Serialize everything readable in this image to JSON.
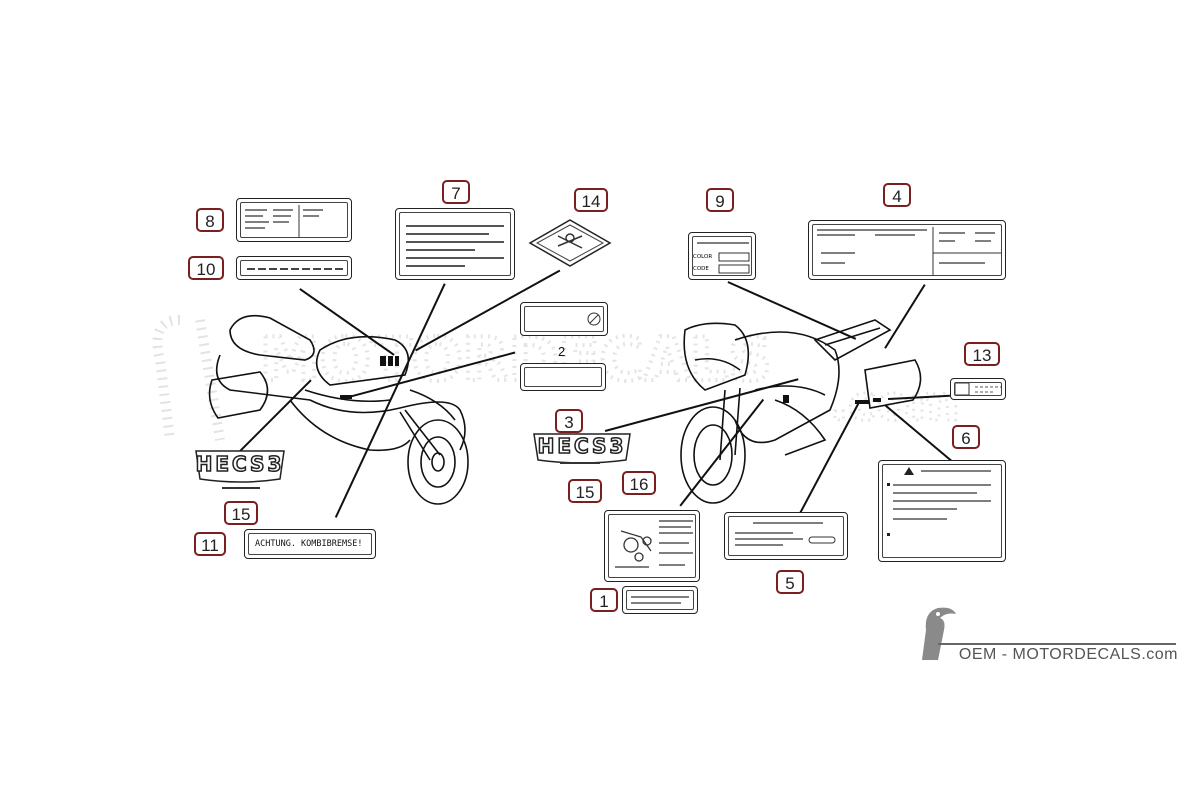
{
  "watermark": "OEM-MOTORDECALS.com",
  "brand": "OEM - MOTORDECALS.com",
  "hecs_text": "HECS3",
  "achtung_text": "ACHTUNG. KOMBIBREMSE!",
  "color_label": "COLOR",
  "code_label": "CODE",
  "callouts": [
    "8",
    "10",
    "7",
    "14",
    "2",
    "3",
    "15",
    "15",
    "11",
    "9",
    "4",
    "13",
    "6",
    "16",
    "5",
    "1"
  ]
}
